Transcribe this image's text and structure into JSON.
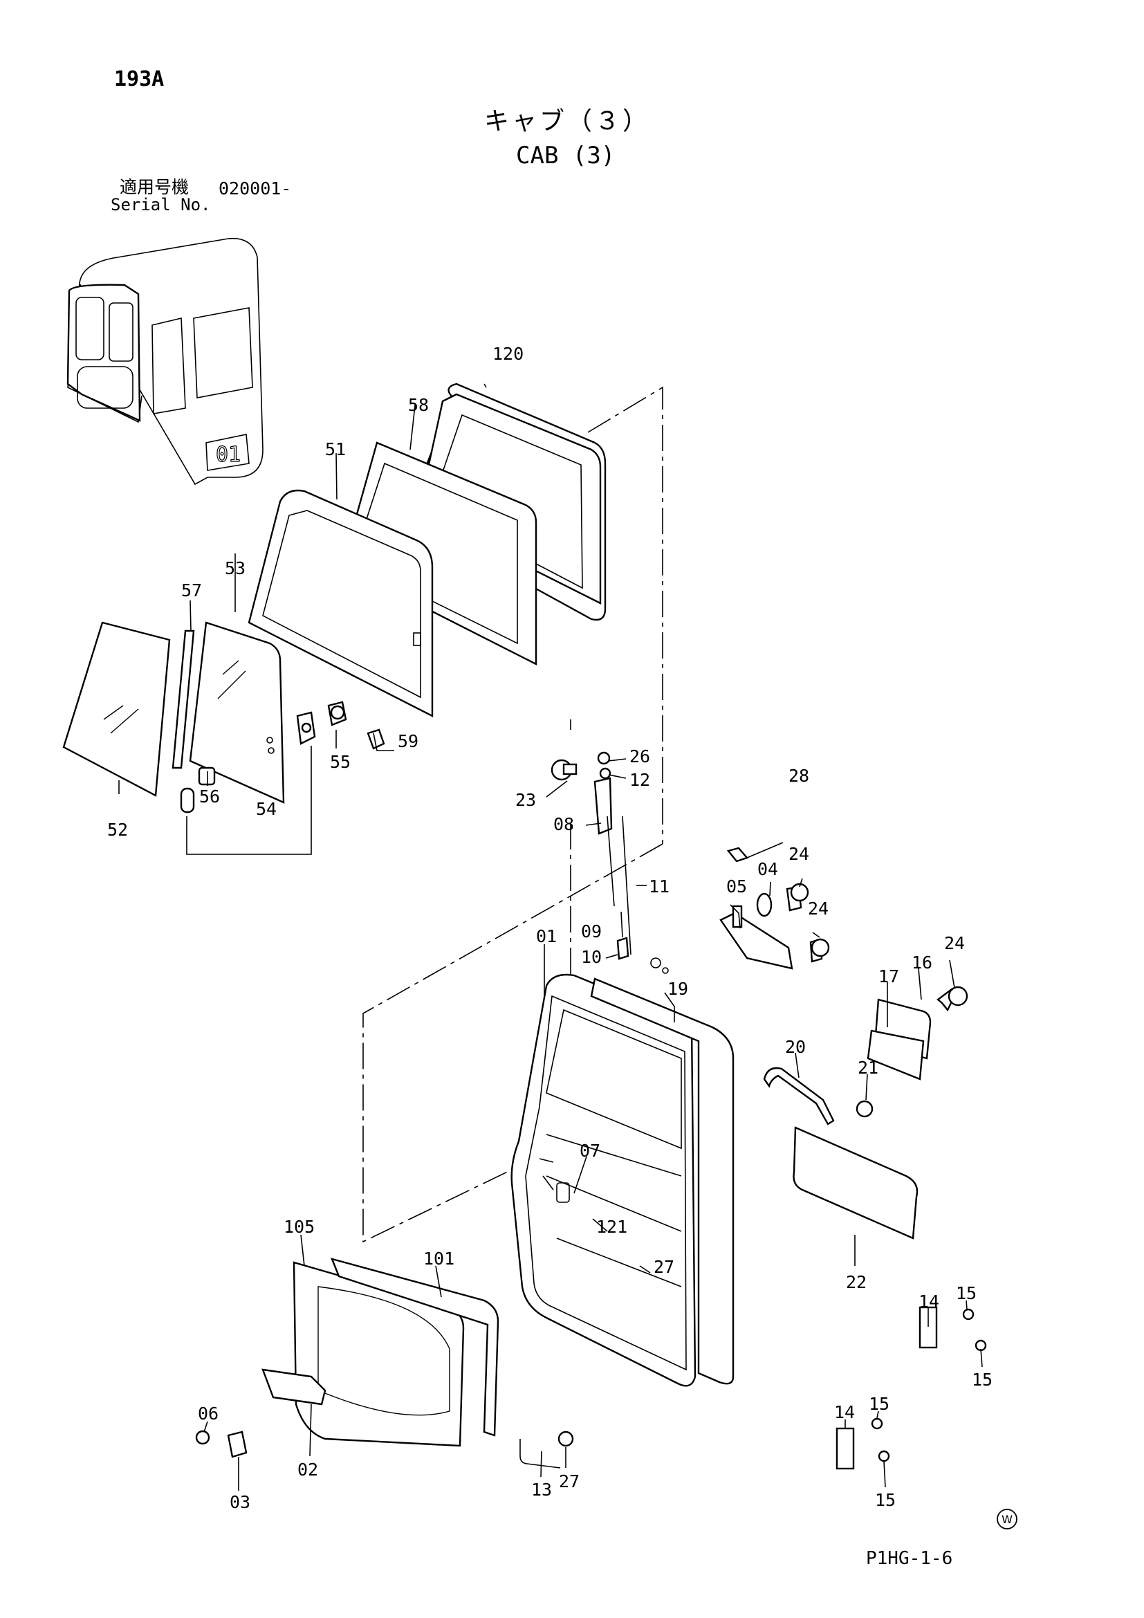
{
  "header": {
    "sheet_id": "193A",
    "title_jp": "キャブ（３）",
    "title_en": "CAB (3)",
    "serial_label_jp": "適用号機",
    "serial_number": "020001-",
    "serial_label_en": "Serial No."
  },
  "footer": {
    "code": "P1HG-1-6",
    "mark": "W"
  },
  "callouts": [
    {
      "id": "c120",
      "label": "120"
    },
    {
      "id": "c58",
      "label": "58"
    },
    {
      "id": "c51",
      "label": "51"
    },
    {
      "id": "c53",
      "label": "53"
    },
    {
      "id": "c57",
      "label": "57"
    },
    {
      "id": "c52",
      "label": "52"
    },
    {
      "id": "c56",
      "label": "56"
    },
    {
      "id": "c54",
      "label": "54"
    },
    {
      "id": "c55",
      "label": "55"
    },
    {
      "id": "c59",
      "label": "59"
    },
    {
      "id": "c26",
      "label": "26"
    },
    {
      "id": "c12",
      "label": "12"
    },
    {
      "id": "c23",
      "label": "23"
    },
    {
      "id": "c08",
      "label": "08"
    },
    {
      "id": "c11",
      "label": "11"
    },
    {
      "id": "c09",
      "label": "09"
    },
    {
      "id": "c10",
      "label": "10"
    },
    {
      "id": "c28",
      "label": "28"
    },
    {
      "id": "c24a",
      "label": "24"
    },
    {
      "id": "c04",
      "label": "04"
    },
    {
      "id": "c05",
      "label": "05"
    },
    {
      "id": "c24b",
      "label": "24"
    },
    {
      "id": "c24c",
      "label": "24"
    },
    {
      "id": "c16",
      "label": "16"
    },
    {
      "id": "c17",
      "label": "17"
    },
    {
      "id": "c01",
      "label": "01"
    },
    {
      "id": "c19",
      "label": "19"
    },
    {
      "id": "c20",
      "label": "20"
    },
    {
      "id": "c21",
      "label": "21"
    },
    {
      "id": "c07",
      "label": "07"
    },
    {
      "id": "c121",
      "label": "121"
    },
    {
      "id": "c27a",
      "label": "27"
    },
    {
      "id": "c22",
      "label": "22"
    },
    {
      "id": "c105",
      "label": "105"
    },
    {
      "id": "c101",
      "label": "101"
    },
    {
      "id": "c14a",
      "label": "14"
    },
    {
      "id": "c15a",
      "label": "15"
    },
    {
      "id": "c15b",
      "label": "15"
    },
    {
      "id": "c14b",
      "label": "14"
    },
    {
      "id": "c15c",
      "label": "15"
    },
    {
      "id": "c15d",
      "label": "15"
    },
    {
      "id": "c06",
      "label": "06"
    },
    {
      "id": "c02",
      "label": "02"
    },
    {
      "id": "c03",
      "label": "03"
    },
    {
      "id": "c13",
      "label": "13"
    },
    {
      "id": "c27b",
      "label": "27"
    }
  ]
}
